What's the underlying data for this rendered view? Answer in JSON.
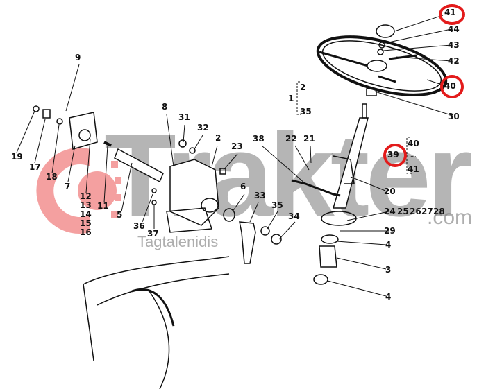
{
  "watermark": {
    "brand": "Trakter",
    "domain": ".com",
    "owner": "Tagtalenidis",
    "logo_color": "#f4a0a0",
    "text_color": "#7a7a7a"
  },
  "highlight_color": "#e31b1b",
  "labels": {
    "l9": "9",
    "l19": "19",
    "l17": "17",
    "l18": "18",
    "l7": "7",
    "l12": "12",
    "l13": "13",
    "l14": "14",
    "l15": "15",
    "l16": "16",
    "l11": "11",
    "l5": "5",
    "l8": "8",
    "l31": "31",
    "l32": "32",
    "l2": "2",
    "l23": "23",
    "l6": "6",
    "l36": "36",
    "l37": "37",
    "l33": "33",
    "l35": "35",
    "l34": "34",
    "l38": "38",
    "l22": "22",
    "l21": "21",
    "l20": "20",
    "l24": "24",
    "l25": "25",
    "l26": "26",
    "l27": "27",
    "l28": "28",
    "l29": "29",
    "l4a": "4",
    "l3": "3",
    "l4b": "4",
    "l30": "30",
    "l41": "41",
    "l44": "44",
    "l43": "43",
    "l42": "42",
    "l40": "40",
    "l39": "39",
    "l39_40": "40",
    "l39_41": "41",
    "g1": "1",
    "g1_2": "2",
    "g1_35": "35"
  }
}
